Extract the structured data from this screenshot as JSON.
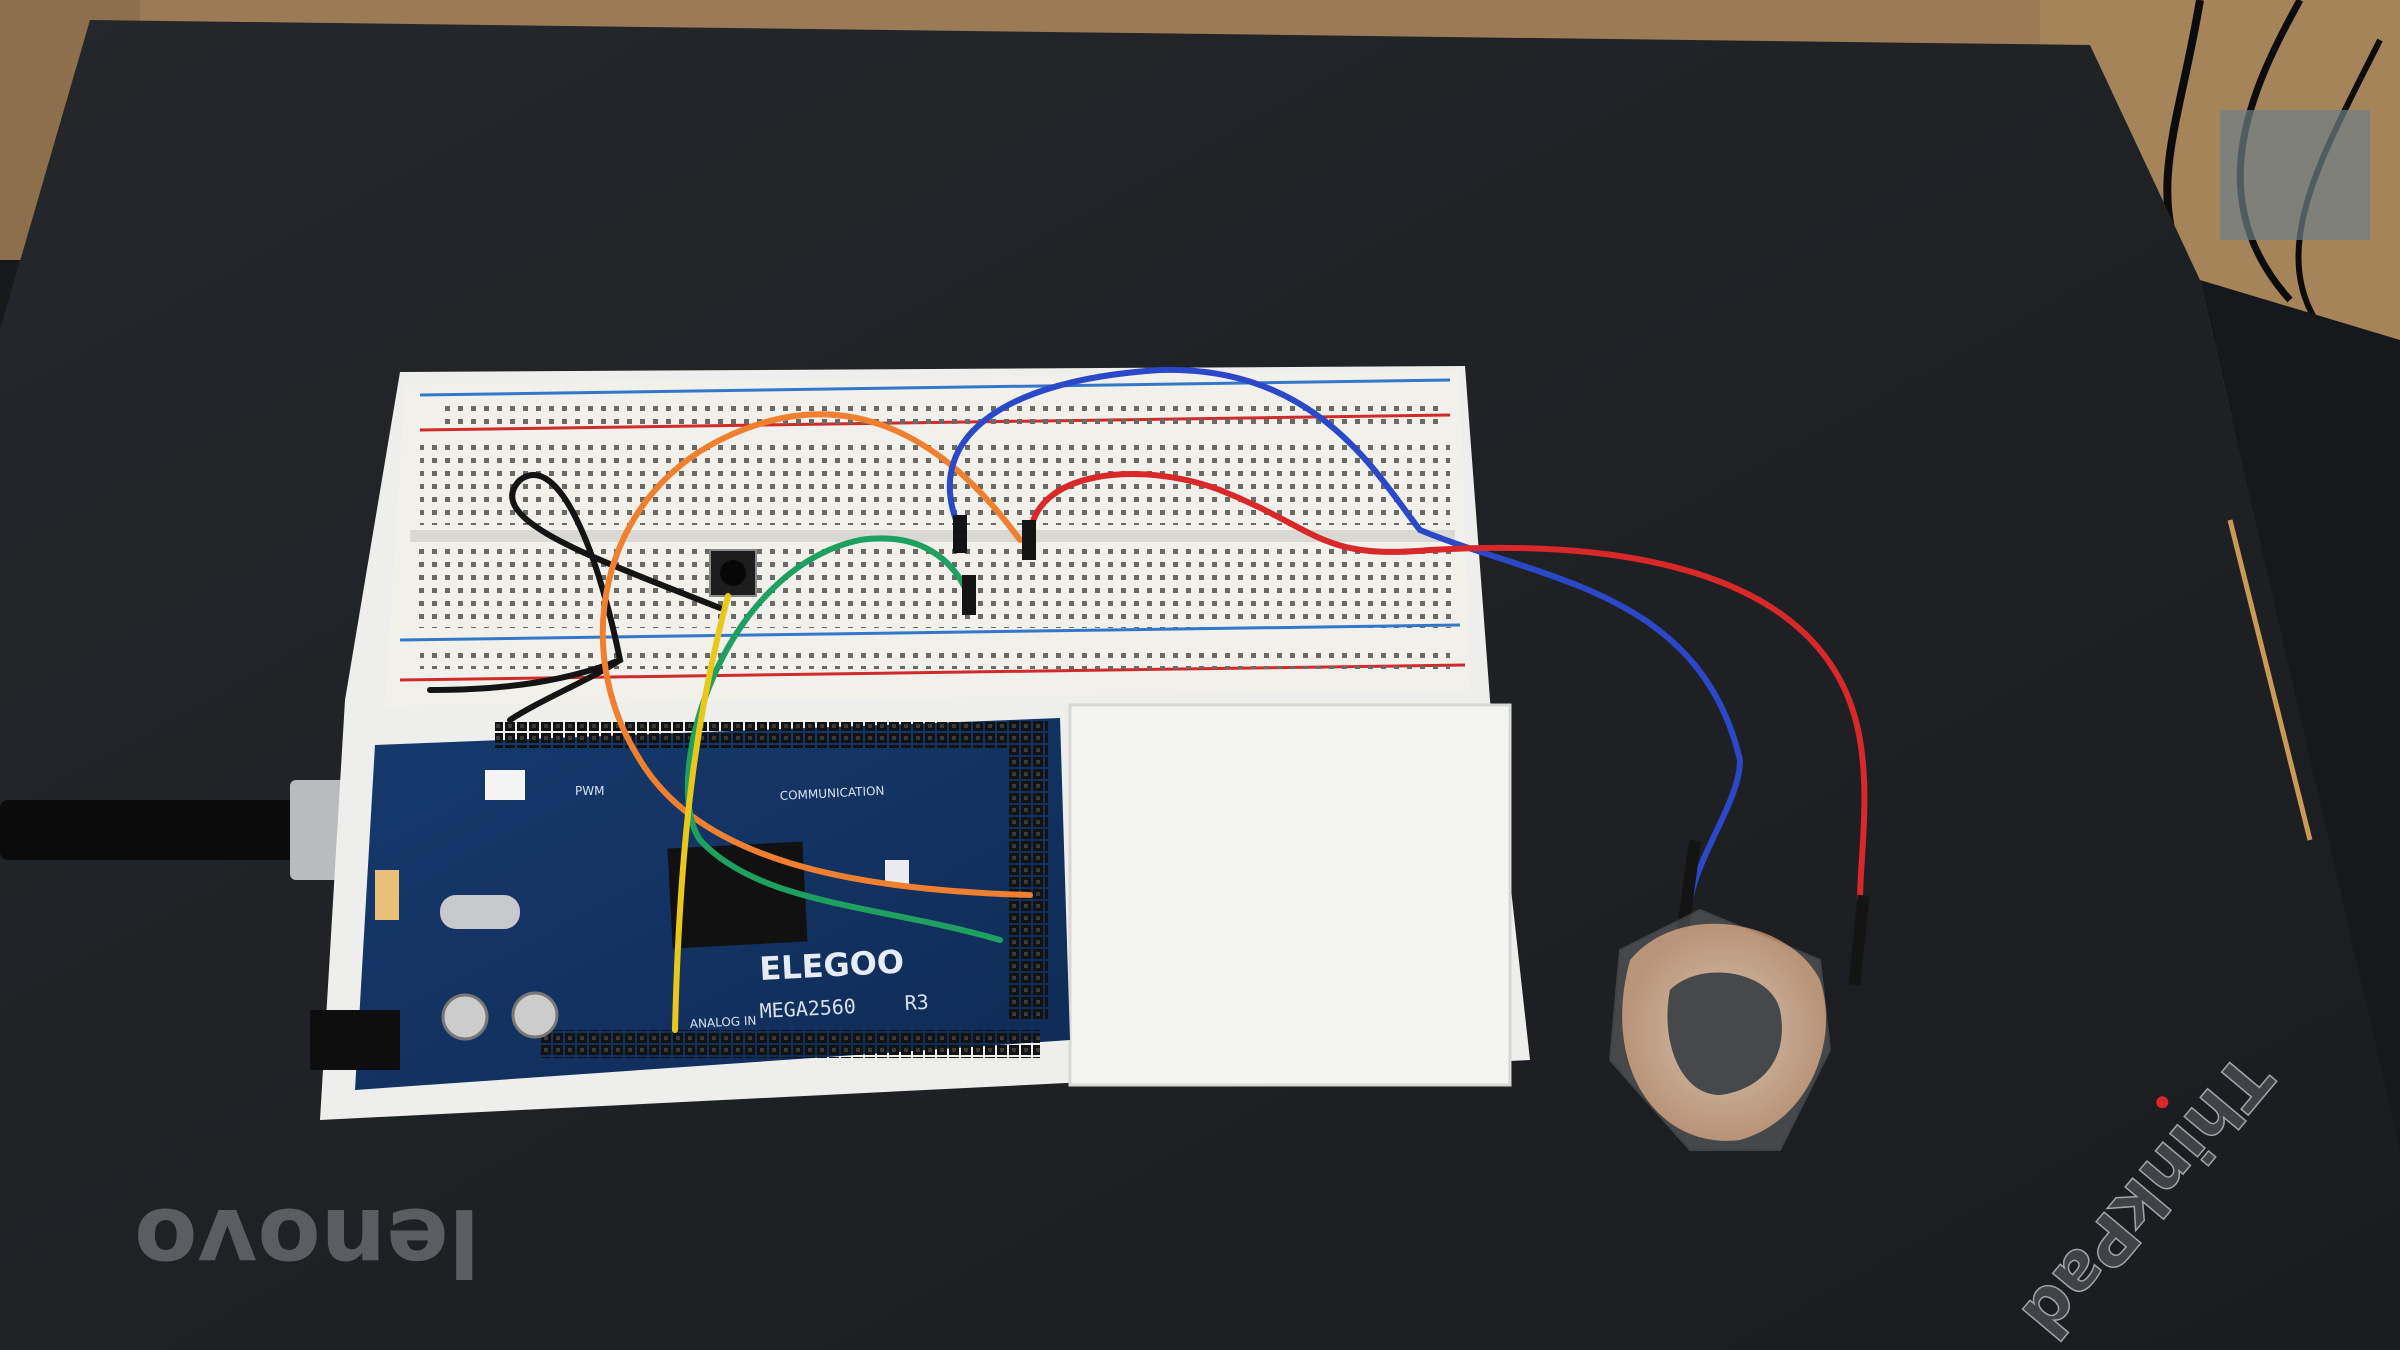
{
  "scene": {
    "laptop_brand": "lenovo",
    "laptop_model": "ThinkPad",
    "board_brand": "ELEGOO",
    "board_model": "MEGA2560",
    "board_revision": "R3",
    "board_section_label": "COMMUNICATION",
    "board_analog_label": "ANALOG IN",
    "board_pwm_label": "PWM"
  },
  "wire_colors": {
    "red": "#d8282a",
    "blue": "#2b48c8",
    "orange": "#f08030",
    "green": "#1ea060",
    "yellow": "#e9c81c",
    "black": "#141414"
  }
}
